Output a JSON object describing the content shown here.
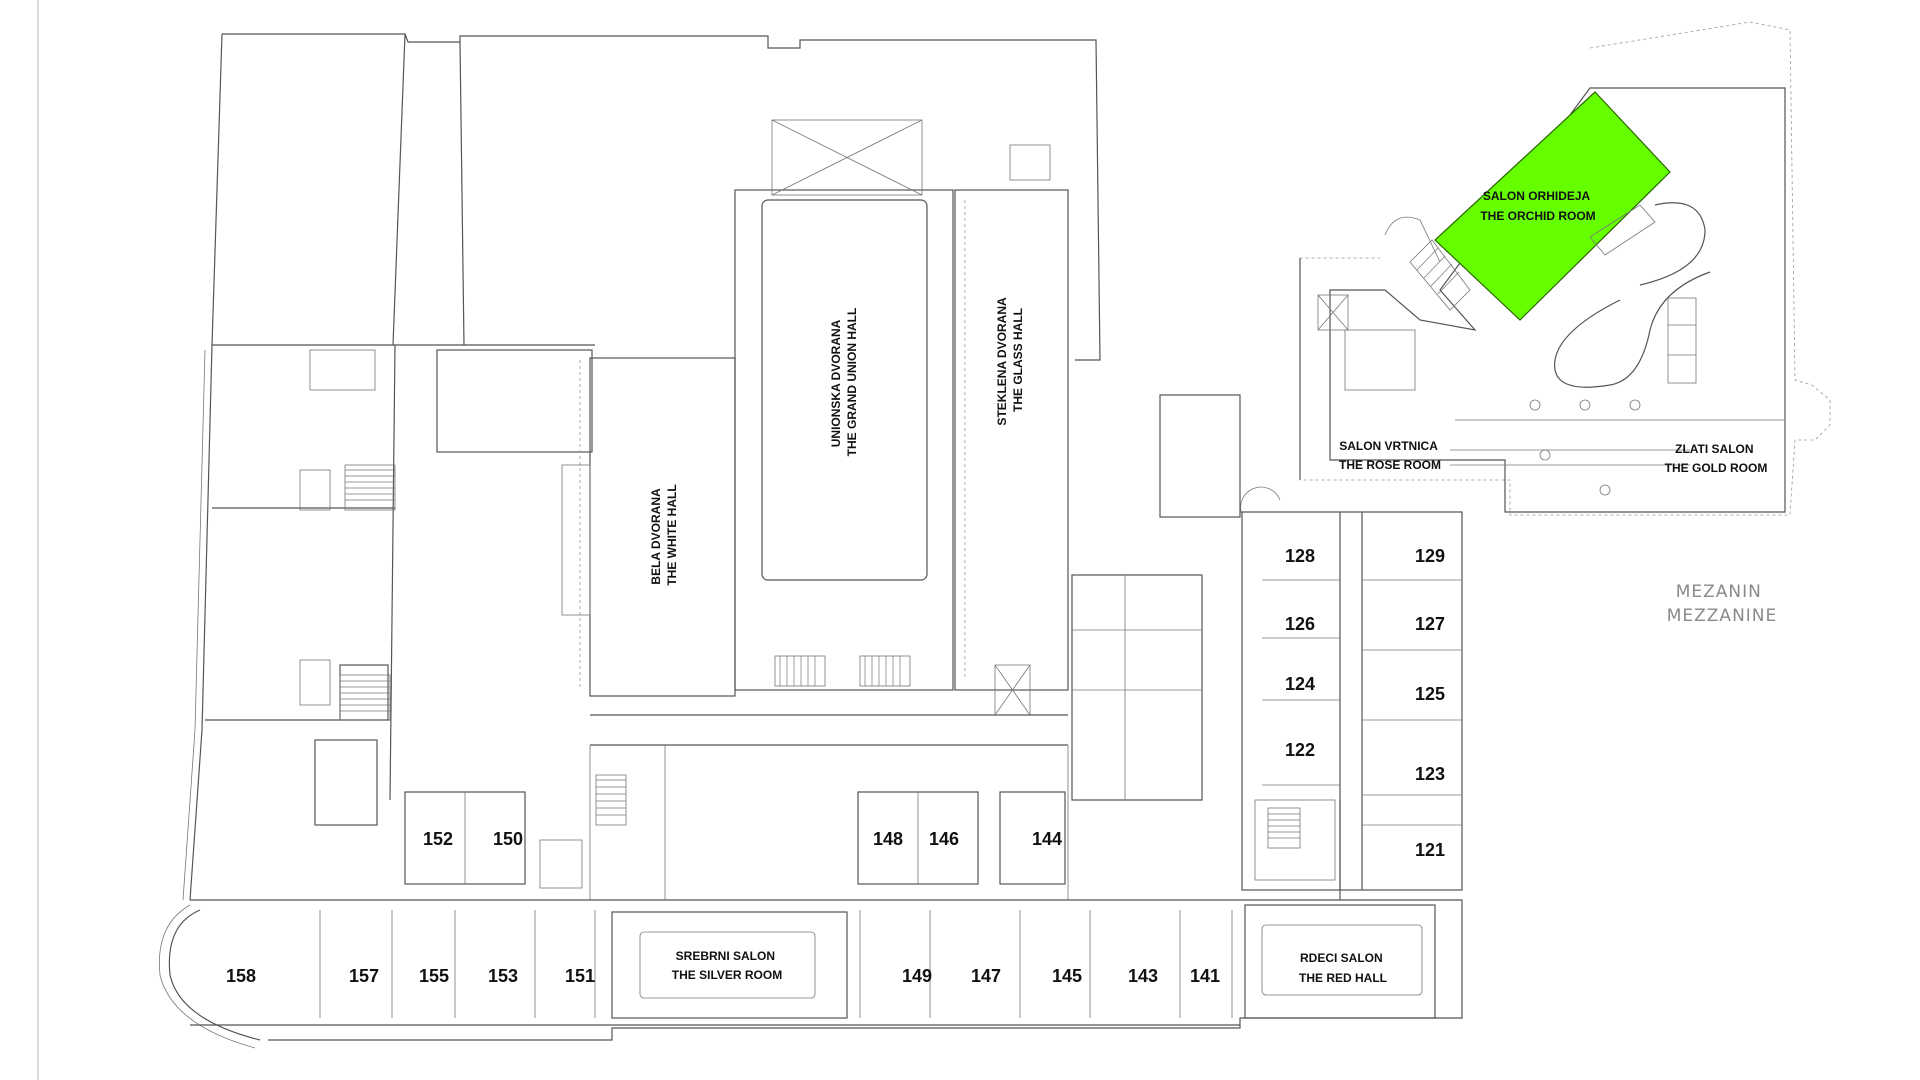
{
  "level": {
    "line1": "MEZANIN",
    "line2": "MEZZANINE"
  },
  "highlight_color": "#66ff00",
  "halls": {
    "orchid": {
      "line1": "SALON ORHIDEJA",
      "line2": "THE ORCHID ROOM",
      "highlighted": true
    },
    "grand_union": {
      "line1": "UNIONSKA DVORANA",
      "line2": "THE GRAND UNION HALL"
    },
    "glass": {
      "line1": "STEKLENA DVORANA",
      "line2": "THE GLASS HALL"
    },
    "white": {
      "line1": "BELA DVORANA",
      "line2": "THE WHITE HALL"
    },
    "rose": {
      "line1": "SALON VRTNICA",
      "line2": "THE ROSE ROOM"
    },
    "gold": {
      "line1": "ZLATI SALON",
      "line2": "THE GOLD ROOM"
    },
    "silver": {
      "line1": "SREBRNI SALON",
      "line2": "THE SILVER ROOM"
    },
    "red": {
      "line1": "RDECI SALON",
      "line2": "THE RED HALL"
    }
  },
  "rooms": {
    "r128": "128",
    "r129": "129",
    "r126": "126",
    "r127": "127",
    "r124": "124",
    "r125": "125",
    "r122": "122",
    "r123": "123",
    "r121": "121",
    "r152": "152",
    "r150": "150",
    "r148": "148",
    "r146": "146",
    "r144": "144",
    "r158": "158",
    "r157": "157",
    "r155": "155",
    "r153": "153",
    "r151": "151",
    "r149": "149",
    "r147": "147",
    "r145": "145",
    "r143": "143",
    "r141": "141"
  }
}
